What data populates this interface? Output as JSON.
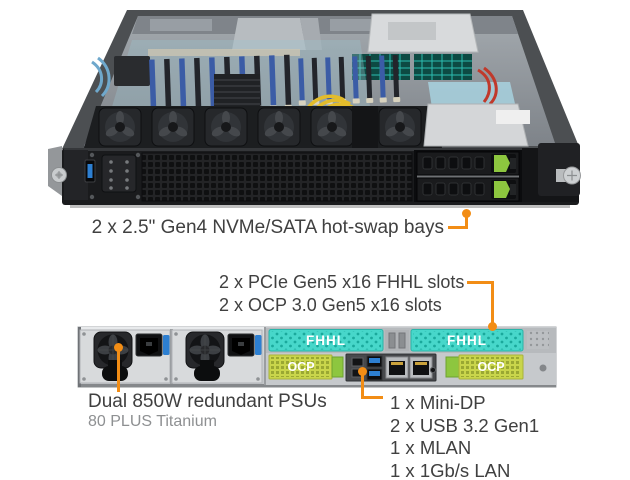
{
  "annotations": {
    "front_bays": "2 x 2.5\" Gen4 NVMe/SATA hot-swap bays",
    "pcie_line1": "2 x PCIe Gen5 x16 FHHL slots",
    "pcie_line2": "2 x OCP 3.0 Gen5 x16 slots",
    "psu_title": "Dual 850W redundant PSUs",
    "psu_sub": "80 PLUS Titanium",
    "io_lines": [
      "1 x Mini-DP",
      "2 x USB 3.2 Gen1",
      "1 x MLAN",
      "1 x 1Gb/s LAN"
    ]
  },
  "rear_labels": {
    "fhhl_left": "FHHL",
    "fhhl_right": "FHHL",
    "ocp_left": "OCP",
    "ocp_right": "OCP"
  },
  "colors": {
    "accent_orange": "#F28D15",
    "fhhl_cyan": "#47D7CA",
    "ocp_yellow_green": "#C9D54B",
    "latch_green": "#8DC63F",
    "usb_blue": "#2D7FD1",
    "label_dark": "#404040",
    "label_muted": "#8E9092"
  }
}
